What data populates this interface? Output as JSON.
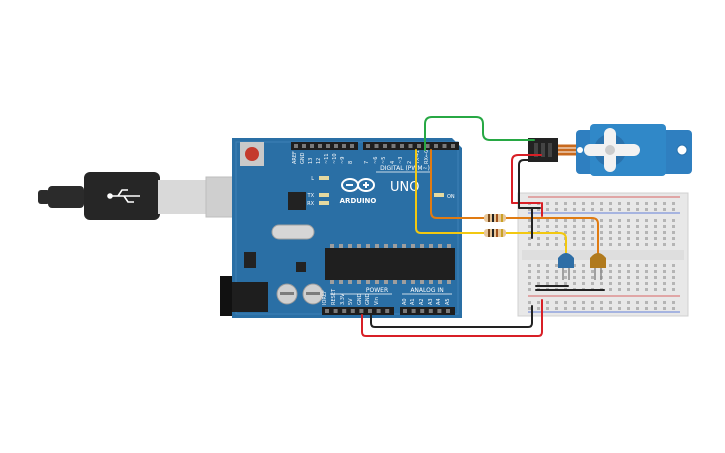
{
  "board": {
    "name": "ARDUINO",
    "model": "UNO",
    "digital_header": "DIGITAL (PWM~)",
    "power_header": "POWER",
    "analog_header": "ANALOG IN",
    "on_label": "ON",
    "led_l": "L",
    "led_tx": "TX",
    "led_rx": "RX",
    "digital_pins": [
      "AREF",
      "GND",
      "13",
      "12",
      "~11",
      "~10",
      "~9",
      "8",
      "7",
      "~6",
      "~5",
      "4",
      "~3",
      "2",
      "TX→1",
      "RX←0"
    ],
    "power_pins": [
      "IOREF",
      "RESET",
      "3.3V",
      "5V",
      "GND",
      "GND",
      "Vin"
    ],
    "analog_pins": [
      "A0",
      "A1",
      "A2",
      "A3",
      "A4",
      "A5"
    ]
  },
  "components": {
    "usb_cable": "usb-cable",
    "servo": "servo-motor",
    "breadboard": "mini-breadboard",
    "resistors": [
      "resistor-1",
      "resistor-2"
    ],
    "leds": [
      {
        "id": "led-blue",
        "color": "#2e6ea6"
      },
      {
        "id": "led-orange",
        "color": "#b07a1e"
      }
    ]
  },
  "colors": {
    "board": "#2a6fa5",
    "wire_green": "#27a844",
    "wire_orange": "#e07b12",
    "wire_yellow": "#f2c811",
    "wire_red": "#d81f26",
    "wire_black": "#222222",
    "servo": "#2f7fc0"
  }
}
